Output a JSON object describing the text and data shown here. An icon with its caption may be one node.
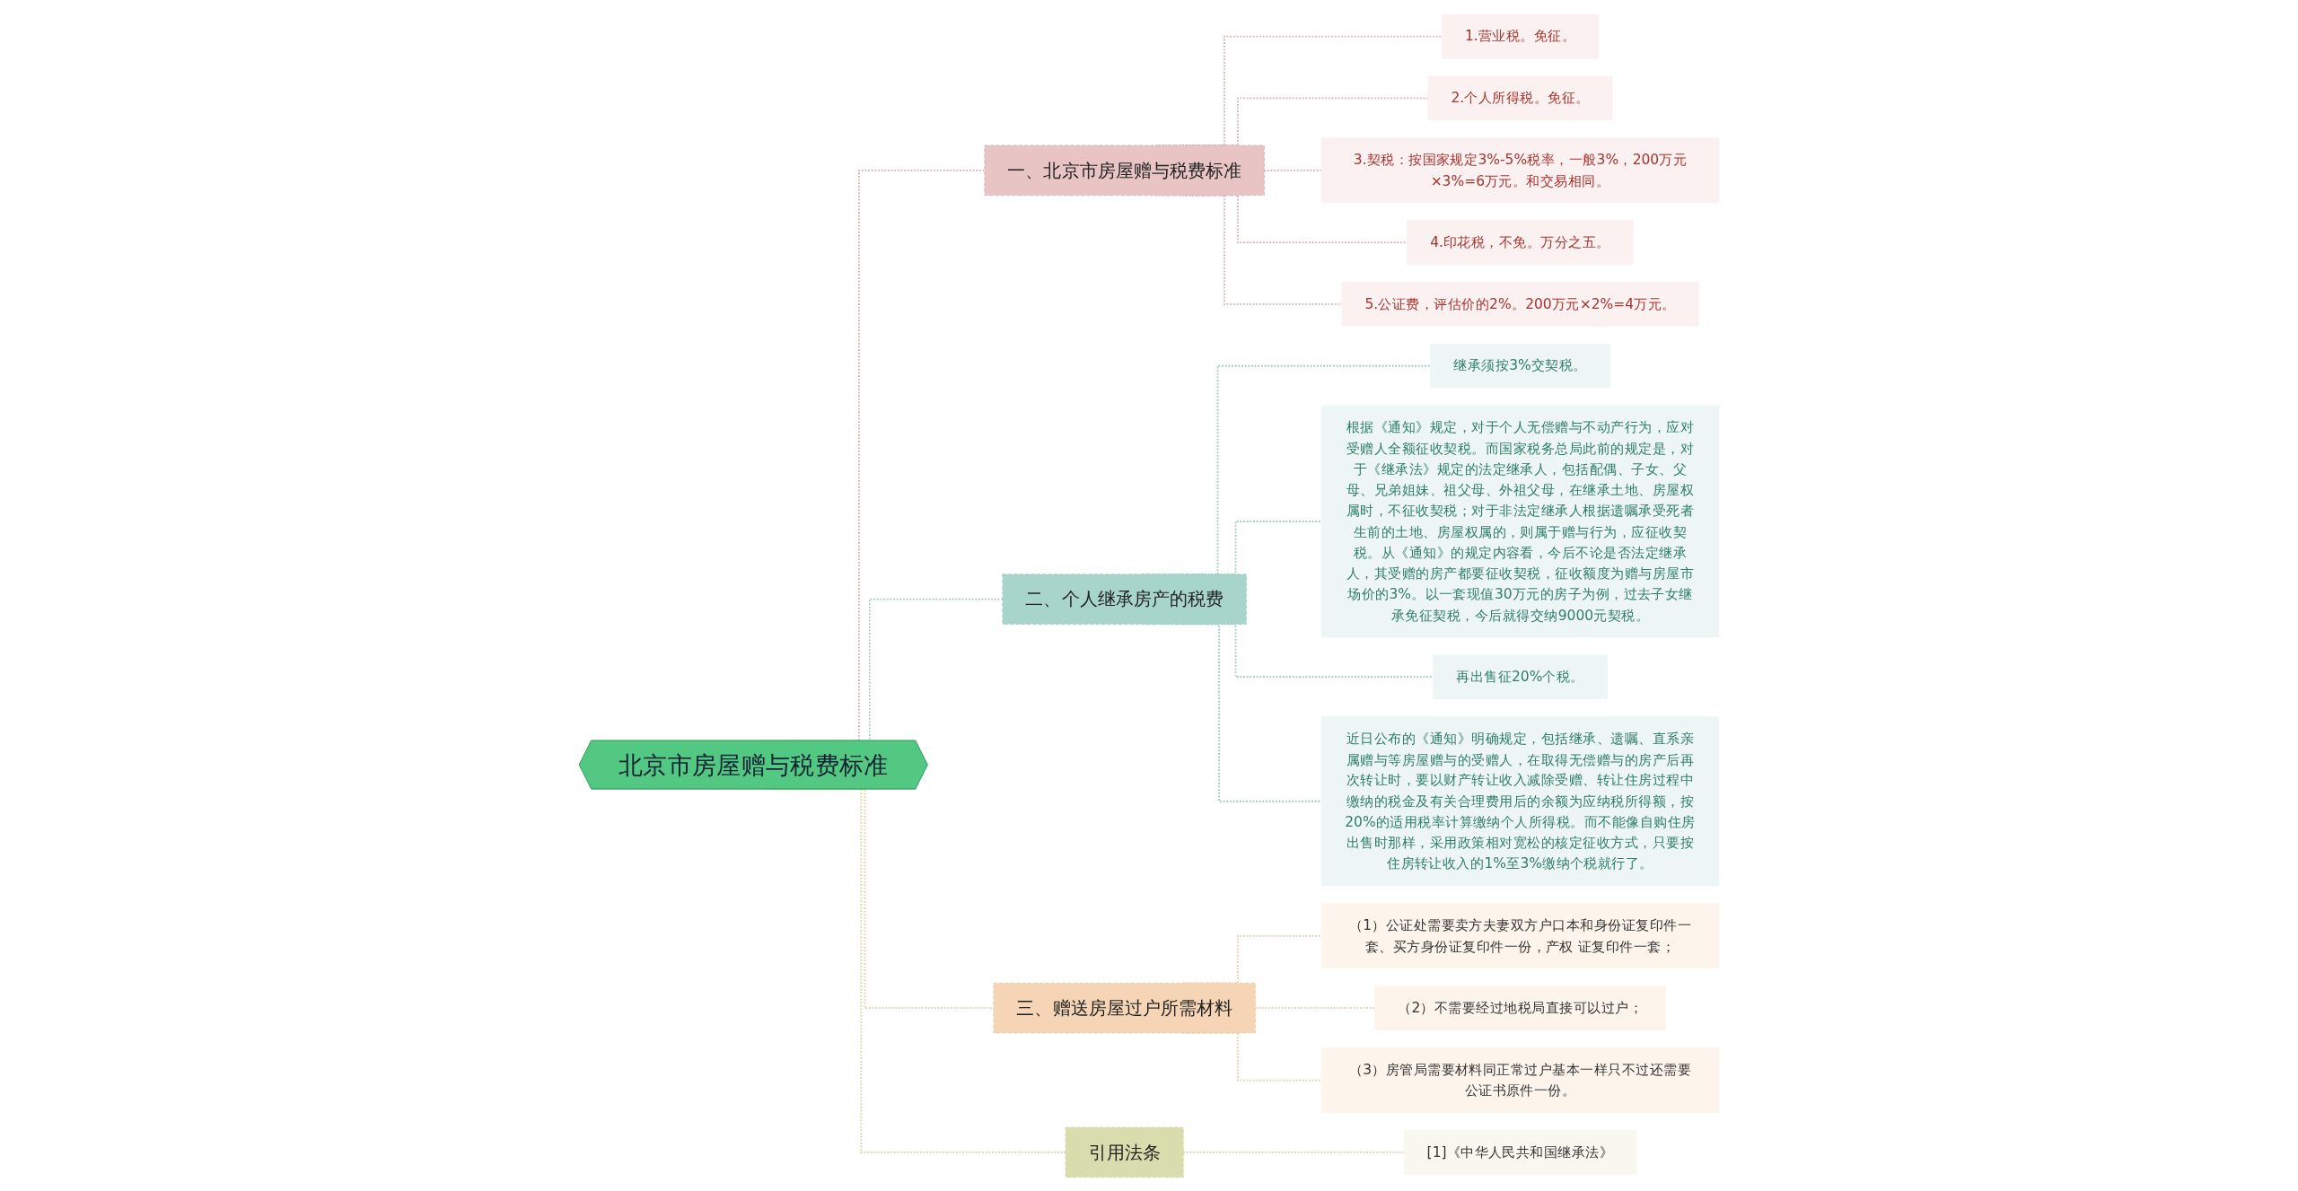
{
  "diagram": {
    "nodes": [
      {
        "text": [
          "北京市房屋赠与税费标准"
        ]
      },
      {
        "text": [
          "一、北京市房屋赠与税费标准"
        ]
      },
      {
        "text": [
          "1.营业税。免征。"
        ]
      },
      {
        "text": [
          "2.个人所得税。免征。"
        ]
      },
      {
        "text": [
          "3.契税：按国家规定3%-5%税率，一般3%，200万元×3%=6万元。和交易相同。"
        ]
      },
      {
        "text": [
          "4.印花税，不免。万分之五。"
        ]
      },
      {
        "text": [
          "5.公证费，评估价的2%。200万元×2%=4万元。"
        ]
      },
      {
        "text": [
          "二、个人继承房产的税费"
        ]
      },
      {
        "text": [
          "继承须按3%交契税。"
        ]
      },
      {
        "text": [
          "根据《通知》规定，对于个人无偿赠与不动产行为，应对受赠人全额征收契税。而国家税务总局此前的规定是，对于《继承法》规定的法定继承人，包括配偶、子女、父母、兄弟姐妹、祖父母、外祖父母，在继承土地、房屋权属时，不征收契税；对于非法定继承人根据遗嘱承受死者生前的土地、房屋权属的，则属于赠与行为，应征收契税。从《通知》的规定内容看，今后不论是否法定继承人，其受赠的房产都要征收契税，征收额度为赠与房屋市场价的3%。以一套现值30万元的房子为例，过去子女继承免征契税，今后就得交纳9000元契税。"
        ]
      },
      {
        "text": [
          "再出售征20%个税。"
        ]
      },
      {
        "text": [
          "近日公布的《通知》明确规定，包括继承、遗嘱、直系亲属赠与等房屋赠与的受赠人，在取得无偿赠与的房产后再次转让时，要以财产转让收入减除受赠、转让住房过程中缴纳的税金及有关合理费用后的余额为应纳税所得额，按20%的适用税率计算缴纳个人所得税。而不能像自购住房出售时那样，采用政策相对宽松的核定征收方式，只要按住房转让收入的1%至3%缴纳个税就行了。"
        ]
      },
      {
        "text": [
          "三、赠送房屋过户所需材料"
        ]
      },
      {
        "text": [
          "（1）公证处需要卖方夫妻双方户口本和身份证复印件一套、买方身份证复印件一份，产权 证复印件一套；"
        ]
      },
      {
        "text": [
          "（2）不需要经过地税局直接可以过户；"
        ]
      },
      {
        "text": [
          "（3）房管局需要材料同正常过户基本一样只不过还需要公证书原件一份。"
        ]
      },
      {
        "text": [
          "引用法条"
        ]
      },
      {
        "text": [
          "[1]《中华人民共和国继承法》"
        ]
      }
    ],
    "edges": [
      {
        "from": 0,
        "to": 1,
        "arrow": "none",
        "style": "dashed",
        "color": "#dcaeb2"
      },
      {
        "from": 1,
        "to": 2,
        "arrow": "none",
        "style": "dashed",
        "color": "#dcaeb2"
      },
      {
        "from": 1,
        "to": 3,
        "arrow": "none",
        "style": "dashed",
        "color": "#dcaeb2"
      },
      {
        "from": 1,
        "to": 4,
        "arrow": "none",
        "style": "dashed",
        "color": "#dcaeb2"
      },
      {
        "from": 1,
        "to": 5,
        "arrow": "none",
        "style": "dashed",
        "color": "#dcaeb2"
      },
      {
        "from": 1,
        "to": 6,
        "arrow": "none",
        "style": "dashed",
        "color": "#dcaeb2"
      },
      {
        "from": 0,
        "to": 7,
        "arrow": "none",
        "style": "dashed",
        "color": "#9ccac0"
      },
      {
        "from": 7,
        "to": 8,
        "arrow": "none",
        "style": "dashed",
        "color": "#9ccac0"
      },
      {
        "from": 7,
        "to": 9,
        "arrow": "none",
        "style": "dashed",
        "color": "#9ccac0"
      },
      {
        "from": 7,
        "to": 10,
        "arrow": "none",
        "style": "dashed",
        "color": "#9ccac0"
      },
      {
        "from": 7,
        "to": 11,
        "arrow": "none",
        "style": "dashed",
        "color": "#9ccac0"
      },
      {
        "from": 0,
        "to": 12,
        "arrow": "none",
        "style": "dashed",
        "color": "#efc9a2"
      },
      {
        "from": 12,
        "to": 13,
        "arrow": "none",
        "style": "dashed",
        "color": "#efc9a2"
      },
      {
        "from": 12,
        "to": 14,
        "arrow": "none",
        "style": "dashed",
        "color": "#efc9a2"
      },
      {
        "from": 12,
        "to": 15,
        "arrow": "none",
        "style": "dashed",
        "color": "#efc9a2"
      },
      {
        "from": 0,
        "to": 16,
        "arrow": "none",
        "style": "dashed",
        "color": "#d6d4a4"
      },
      {
        "from": 16,
        "to": 17,
        "arrow": "none",
        "style": "dashed",
        "color": "#d6d4a4"
      }
    ]
  }
}
